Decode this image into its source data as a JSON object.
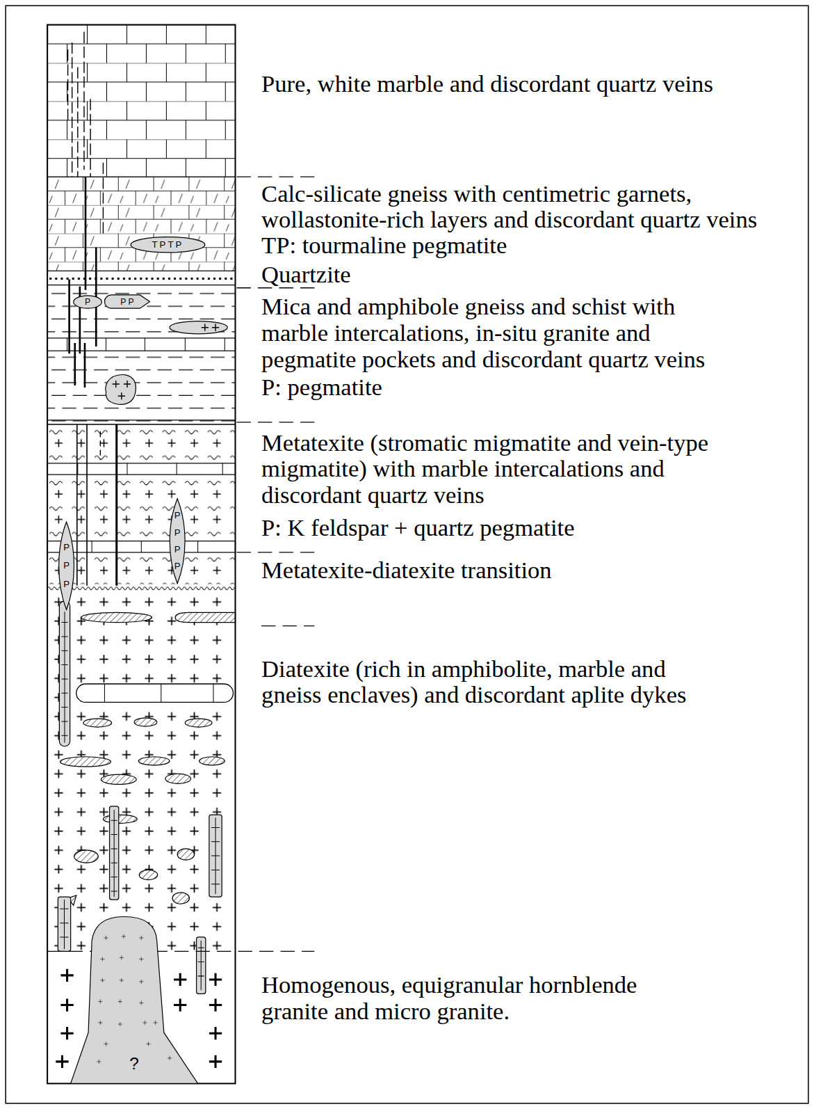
{
  "diagram": {
    "nodes": [
      {
        "text": [
          "TPTP"
        ]
      },
      {
        "text": [
          "P"
        ]
      },
      {
        "text": [
          "P P"
        ]
      },
      {
        "text": [
          "P P P"
        ]
      },
      {
        "text": [
          "P P P P"
        ]
      },
      {
        "text": [
          "?"
        ]
      }
    ],
    "labels": [
      "Pure, white marble and discordant quartz veins",
      "Calc-silicate gneiss with centimetric garnets, wollastonite-rich layers and discordant quartz veins",
      "TP: tourmaline pegmatite",
      "Quartzite",
      "Mica and amphibole gneiss and schist with marble intercalations, in-situ granite and pegmatite pockets and discordant quartz veins",
      "P: pegmatite",
      "Metatexite (stromatic migmatite and vein-type migmatite) with marble intercalations and discordant quartz veins",
      "P: K feldspar + quartz pegmatite",
      "Metatexite-diatexite transition",
      "Diatexite (rich in amphibolite, marble and gneiss enclaves) and discordant aplite dykes",
      "Homogenous, equigranular hornblende granite and micro granite."
    ]
  }
}
